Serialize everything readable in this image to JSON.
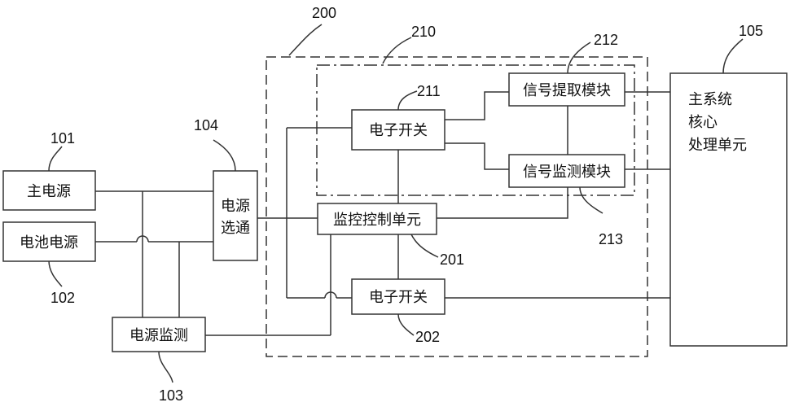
{
  "blocks": {
    "main_power": "主电源",
    "battery_power": "电池电源",
    "power_select_line1": "电源",
    "power_select_line2": "选通",
    "power_monitor": "电源监测",
    "electronic_switch_top": "电子开关",
    "signal_extract": "信号提取模块",
    "signal_monitor": "信号监测模块",
    "monitor_control": "监控控制单元",
    "electronic_switch_bottom": "电子开关",
    "core_line1": "主系统",
    "core_line2": "核心",
    "core_line3": "处理单元"
  },
  "refs": {
    "r101": "101",
    "r102": "102",
    "r103": "103",
    "r104": "104",
    "r105": "105",
    "r200": "200",
    "r201": "201",
    "r202": "202",
    "r210": "210",
    "r211": "211",
    "r212": "212",
    "r213": "213"
  }
}
